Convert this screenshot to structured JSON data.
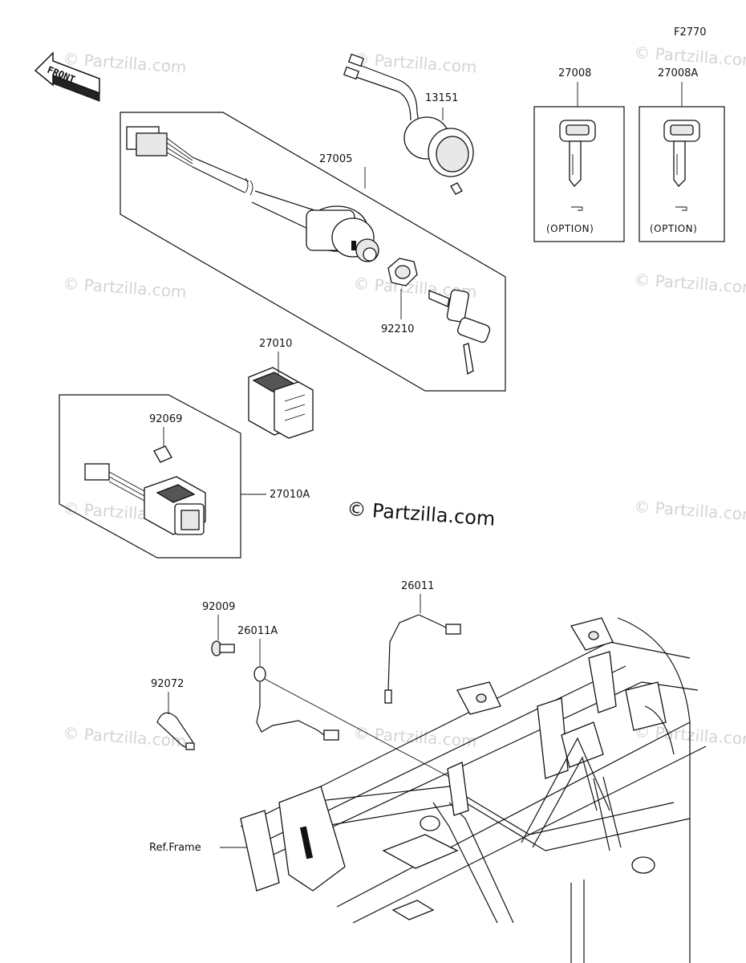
{
  "figure_code": "F2770",
  "front_label": "FRONT",
  "watermark": "© Partzilla.com",
  "watermark_center": "© Partzilla.com",
  "parts": {
    "p13151": "13151",
    "p27005": "27005",
    "p27008": "27008",
    "p27008A": "27008A",
    "p92210": "92210",
    "p27010": "27010",
    "p92069": "92069",
    "p27010A": "27010A",
    "p26011": "26011",
    "p92009": "92009",
    "p26011A": "26011A",
    "p92072": "92072",
    "ref_frame": "Ref.Frame"
  },
  "option_label": "(OPTION)"
}
